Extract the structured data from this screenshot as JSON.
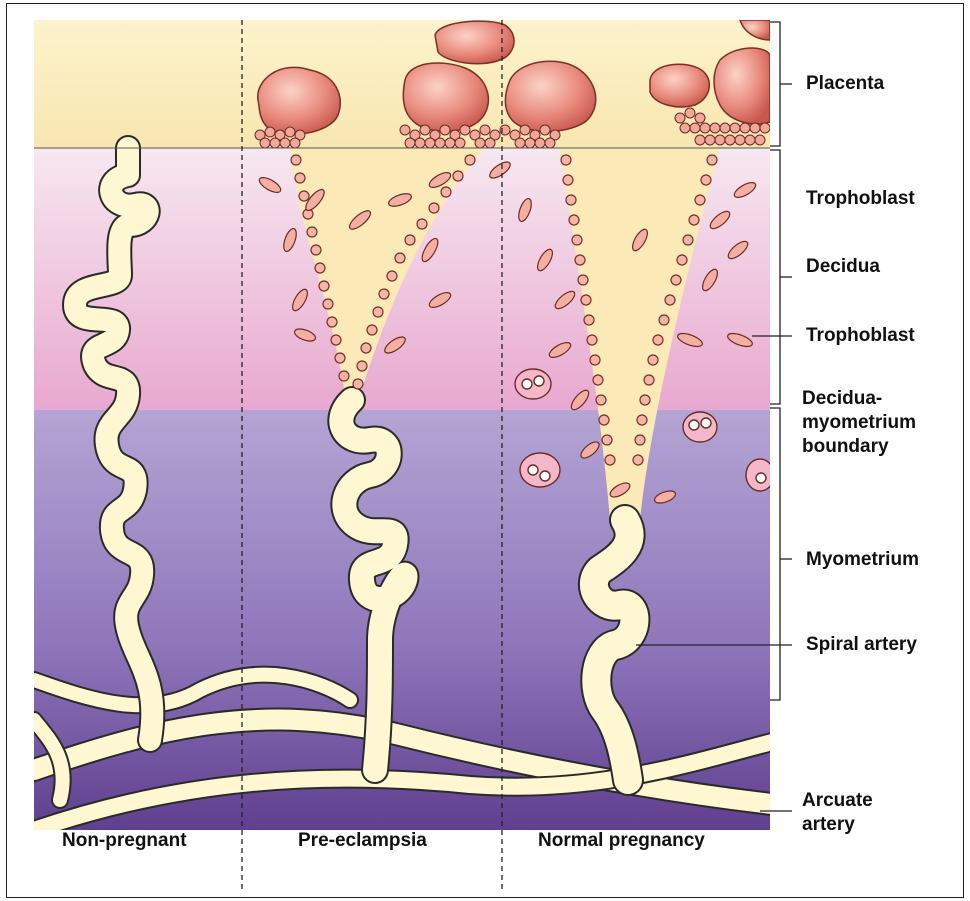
{
  "labels": {
    "placenta": "Placenta",
    "trophoblast_top": "Trophoblast",
    "decidua": "Decidua",
    "trophoblast_mid": "Trophoblast",
    "boundary_line1": "Decidua-",
    "boundary_line2": "myometrium",
    "boundary_line3": "boundary",
    "myometrium": "Myometrium",
    "spiral_artery": "Spiral artery",
    "arcuate_line1": "Arcuate",
    "arcuate_line2": "artery"
  },
  "columns": {
    "non_pregnant": "Non-pregnant",
    "pre_eclampsia": "Pre-eclampsia",
    "normal_pregnancy": "Normal pregnancy"
  },
  "colors": {
    "placenta_band": "#fbefc0",
    "decidua_top": "#f6e4ee",
    "decidua_bottom": "#e6a6cc",
    "myometrium_top": "#b3a4d3",
    "myometrium_bottom": "#6c4c98",
    "vessel": "#fff7d2",
    "vessel_outline": "#2a2a2a",
    "cell": "#e9857a"
  }
}
